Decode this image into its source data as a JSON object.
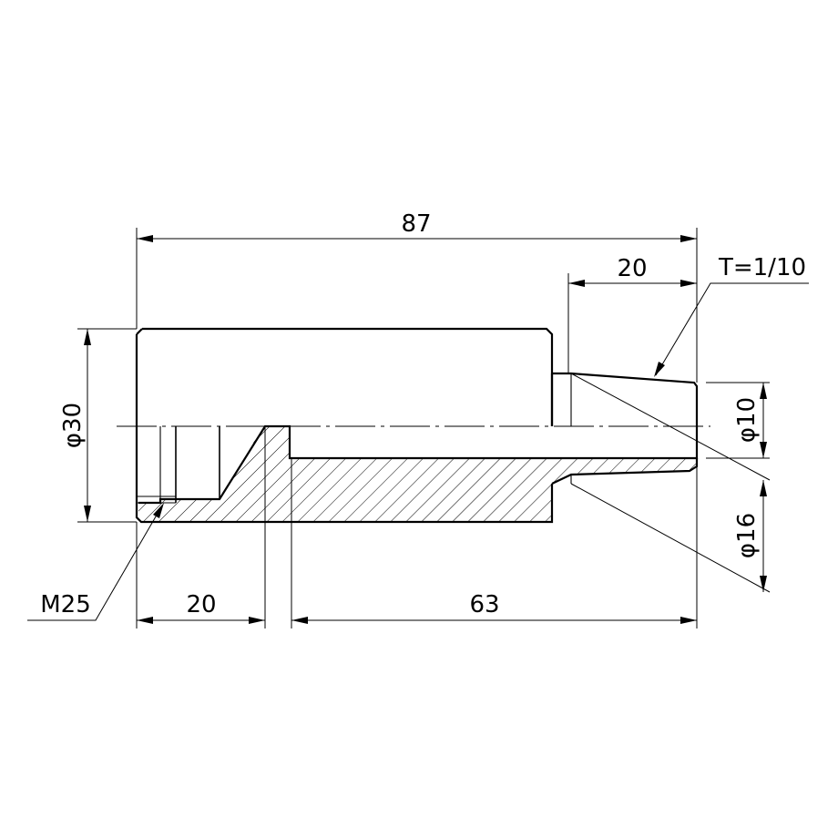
{
  "dimensions": {
    "overall_length": "87",
    "taper_length": "20",
    "taper_ratio": "T=1/10",
    "outer_diameter": "φ30",
    "small_diameter": "φ10",
    "tip_diameter": "φ16",
    "thread": "M25",
    "thread_depth": "20",
    "body_length": "63"
  }
}
